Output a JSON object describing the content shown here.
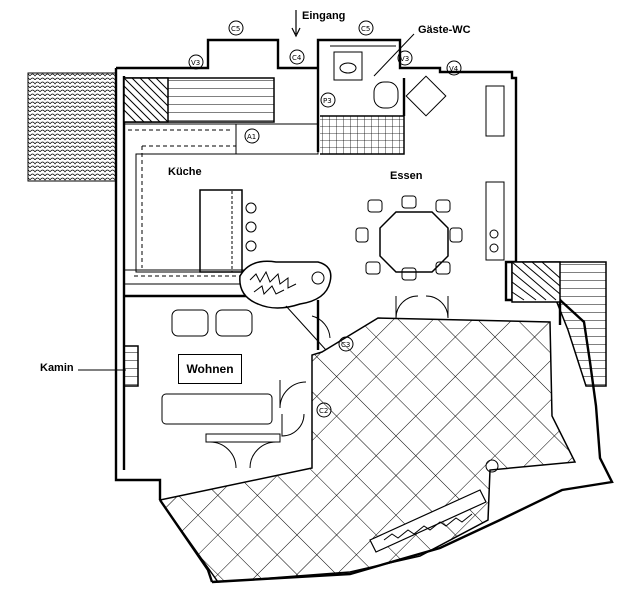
{
  "labels": {
    "entrance": "Eingang",
    "guest_wc": "Gäste-WC",
    "kitchen": "Küche",
    "dining": "Essen",
    "living": "Wohnen",
    "fireplace": "Kamin"
  },
  "markers": [
    "C5",
    "V3",
    "C4",
    "C5",
    "V3",
    "V4",
    "P3",
    "A1",
    "C3",
    "C2"
  ]
}
